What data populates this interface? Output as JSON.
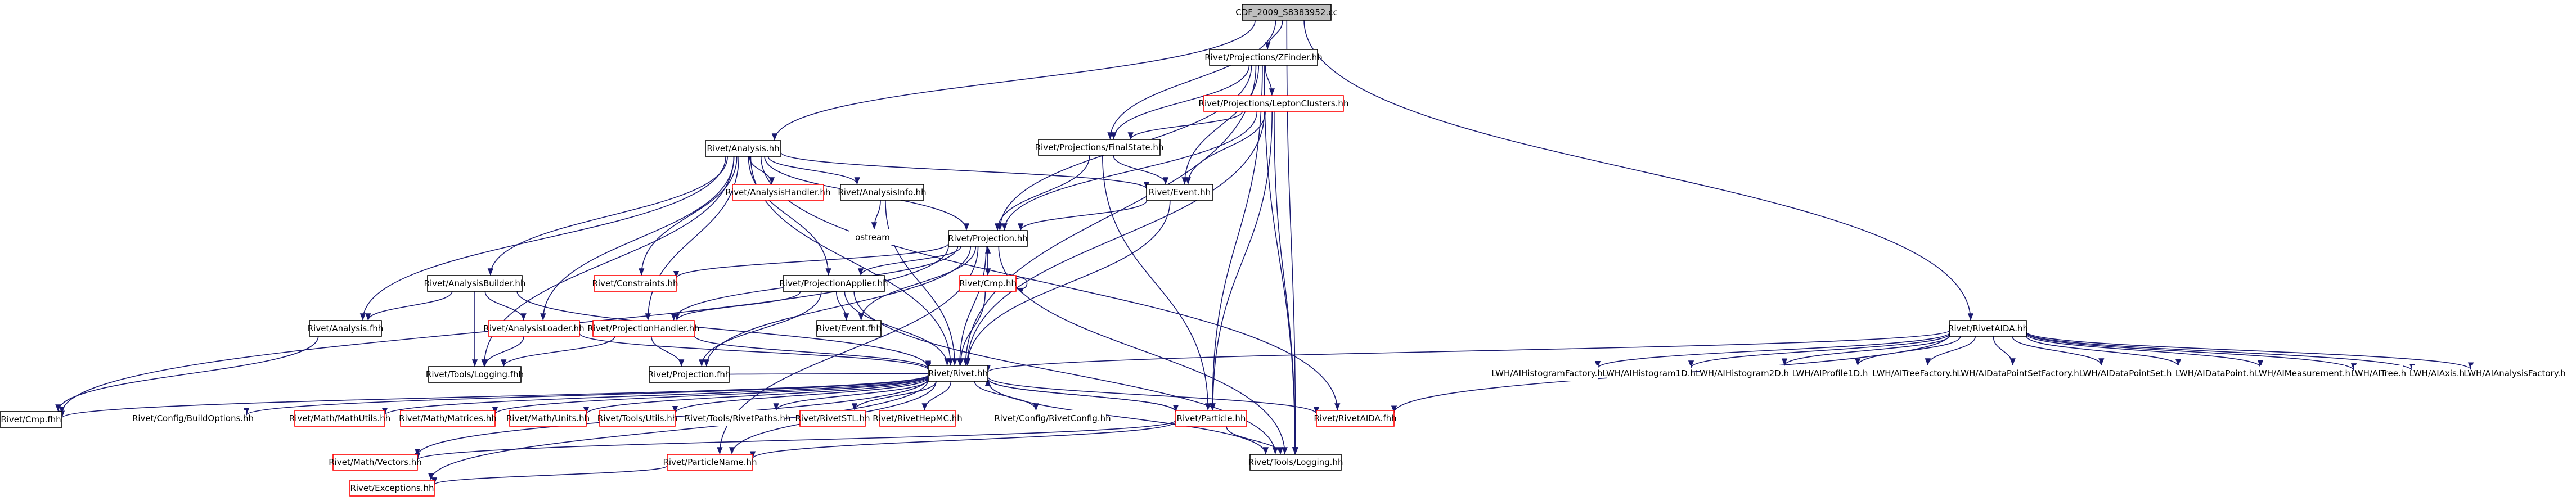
{
  "colors": {
    "edge": "#191970",
    "box_black": "#000000",
    "box_red": "#ff0000",
    "root_fill": "#bfbfbf",
    "node_fill": "#ffffff"
  },
  "nodes": [
    {
      "id": "root",
      "label": "CDF_2009_S8383952.cc",
      "style": "root"
    },
    {
      "id": "zfinder",
      "label": "Rivet/Projections/ZFinder.hh",
      "style": "black"
    },
    {
      "id": "leptonclusters",
      "label": "Rivet/Projections/LeptonClusters.hh",
      "style": "red"
    },
    {
      "id": "finalstate",
      "label": "Rivet/Projections/FinalState.hh",
      "style": "black"
    },
    {
      "id": "analysis",
      "label": "Rivet/Analysis.hh",
      "style": "black"
    },
    {
      "id": "analysishandler",
      "label": "Rivet/AnalysisHandler.hh",
      "style": "red"
    },
    {
      "id": "analysisinfo",
      "label": "Rivet/AnalysisInfo.hh",
      "style": "black"
    },
    {
      "id": "event",
      "label": "Rivet/Event.hh",
      "style": "black"
    },
    {
      "id": "ostream",
      "label": "ostream",
      "style": "none"
    },
    {
      "id": "projection",
      "label": "Rivet/Projection.hh",
      "style": "black"
    },
    {
      "id": "constraints",
      "label": "Rivet/Constraints.hh",
      "style": "red"
    },
    {
      "id": "cmp",
      "label": "Rivet/Cmp.hh",
      "style": "red"
    },
    {
      "id": "analysisbuilder",
      "label": "Rivet/AnalysisBuilder.hh",
      "style": "black"
    },
    {
      "id": "projectionapplier",
      "label": "Rivet/ProjectionApplier.hh",
      "style": "black"
    },
    {
      "id": "analysisfhh",
      "label": "Rivet/Analysis.fhh",
      "style": "black"
    },
    {
      "id": "analysisloader",
      "label": "Rivet/AnalysisLoader.hh",
      "style": "red"
    },
    {
      "id": "projectionhandler",
      "label": "Rivet/ProjectionHandler.hh",
      "style": "red"
    },
    {
      "id": "eventfhh",
      "label": "Rivet/Event.fhh",
      "style": "black"
    },
    {
      "id": "toolslogfhh",
      "label": "Rivet/Tools/Logging.fhh",
      "style": "black"
    },
    {
      "id": "projectionfhh",
      "label": "Rivet/Projection.fhh",
      "style": "black"
    },
    {
      "id": "rivethh",
      "label": "Rivet/Rivet.hh",
      "style": "black"
    },
    {
      "id": "cmpfhh",
      "label": "Rivet/Cmp.fhh",
      "style": "black"
    },
    {
      "id": "buildoptions",
      "label": "Rivet/Config/BuildOptions.hh",
      "style": "none"
    },
    {
      "id": "mathutils",
      "label": "Rivet/Math/MathUtils.hh",
      "style": "red"
    },
    {
      "id": "matrices",
      "label": "Rivet/Math/Matrices.hh",
      "style": "red"
    },
    {
      "id": "units",
      "label": "Rivet/Math/Units.hh",
      "style": "red"
    },
    {
      "id": "toolsutils",
      "label": "Rivet/Tools/Utils.hh",
      "style": "red"
    },
    {
      "id": "rivetpaths",
      "label": "Rivet/Tools/RivetPaths.hh",
      "style": "none"
    },
    {
      "id": "rivetstl",
      "label": "Rivet/RivetSTL.hh",
      "style": "red"
    },
    {
      "id": "rivethepmc",
      "label": "Rivet/RivetHepMC.hh",
      "style": "red"
    },
    {
      "id": "rivetconfig",
      "label": "Rivet/Config/RivetConfig.hh",
      "style": "none"
    },
    {
      "id": "particle",
      "label": "Rivet/Particle.hh",
      "style": "red"
    },
    {
      "id": "rivetaidafhh",
      "label": "Rivet/RivetAIDA.fhh",
      "style": "red"
    },
    {
      "id": "vectors",
      "label": "Rivet/Math/Vectors.hh",
      "style": "red"
    },
    {
      "id": "particlename",
      "label": "Rivet/ParticleName.hh",
      "style": "red"
    },
    {
      "id": "toolslogging",
      "label": "Rivet/Tools/Logging.hh",
      "style": "black"
    },
    {
      "id": "exceptions",
      "label": "Rivet/Exceptions.hh",
      "style": "red"
    },
    {
      "id": "rivetaidahh",
      "label": "Rivet/RivetAIDA.hh",
      "style": "black"
    },
    {
      "id": "lwh_histfactory",
      "label": "LWH/AIHistogramFactory.h",
      "style": "none"
    },
    {
      "id": "lwh_hist1d",
      "label": "LWH/AIHistogram1D.h",
      "style": "none"
    },
    {
      "id": "lwh_hist2d",
      "label": "LWH/AIHistogram2D.h",
      "style": "none"
    },
    {
      "id": "lwh_profile1d",
      "label": "LWH/AIProfile1D.h",
      "style": "none"
    },
    {
      "id": "lwh_treefactory",
      "label": "LWH/AITreeFactory.h",
      "style": "none"
    },
    {
      "id": "lwh_dpsfactory",
      "label": "LWH/AIDataPointSetFactory.h",
      "style": "none"
    },
    {
      "id": "lwh_dpset",
      "label": "LWH/AIDataPointSet.h",
      "style": "none"
    },
    {
      "id": "lwh_dp",
      "label": "LWH/AIDataPoint.h",
      "style": "none"
    },
    {
      "id": "lwh_measurement",
      "label": "LWH/AIMeasurement.h",
      "style": "none"
    },
    {
      "id": "lwh_tree",
      "label": "LWH/AITree.h",
      "style": "none"
    },
    {
      "id": "lwh_axis",
      "label": "LWH/AIAxis.h",
      "style": "none"
    },
    {
      "id": "lwh_analysisfactory",
      "label": "LWH/AIAnalysisFactory.h",
      "style": "none"
    }
  ],
  "edges": [
    [
      "root",
      "zfinder"
    ],
    [
      "root",
      "analysis"
    ],
    [
      "root",
      "finalstate"
    ],
    [
      "root",
      "rivetaidahh"
    ],
    [
      "root",
      "toolslogging"
    ],
    [
      "zfinder",
      "leptonclusters"
    ],
    [
      "zfinder",
      "finalstate"
    ],
    [
      "zfinder",
      "event"
    ],
    [
      "zfinder",
      "projection"
    ],
    [
      "zfinder",
      "rivethh"
    ],
    [
      "zfinder",
      "particle"
    ],
    [
      "zfinder",
      "toolslogging"
    ],
    [
      "leptonclusters",
      "finalstate"
    ],
    [
      "leptonclusters",
      "event"
    ],
    [
      "leptonclusters",
      "projection"
    ],
    [
      "leptonclusters",
      "rivethh"
    ],
    [
      "leptonclusters",
      "particle"
    ],
    [
      "leptonclusters",
      "toolslogging"
    ],
    [
      "finalstate",
      "projection"
    ],
    [
      "finalstate",
      "event"
    ],
    [
      "finalstate",
      "particle"
    ],
    [
      "analysis",
      "analysishandler"
    ],
    [
      "analysis",
      "analysisinfo"
    ],
    [
      "analysis",
      "event"
    ],
    [
      "analysis",
      "projection"
    ],
    [
      "analysis",
      "constraints"
    ],
    [
      "analysis",
      "analysisbuilder"
    ],
    [
      "analysis",
      "projectionapplier"
    ],
    [
      "analysis",
      "analysisfhh"
    ],
    [
      "analysis",
      "analysisloader"
    ],
    [
      "analysis",
      "projectionhandler"
    ],
    [
      "analysis",
      "toolslogfhh"
    ],
    [
      "analysis",
      "rivethh"
    ],
    [
      "analysis",
      "rivetaidafhh"
    ],
    [
      "analysisinfo",
      "ostream"
    ],
    [
      "analysisinfo",
      "rivethh"
    ],
    [
      "event",
      "projection"
    ],
    [
      "event",
      "rivethh"
    ],
    [
      "projection",
      "constraints"
    ],
    [
      "projection",
      "cmp"
    ],
    [
      "projection",
      "projectionapplier"
    ],
    [
      "projection",
      "projectionhandler"
    ],
    [
      "projection",
      "eventfhh"
    ],
    [
      "projection",
      "projectionfhh"
    ],
    [
      "projection",
      "rivethh"
    ],
    [
      "projection",
      "cmpfhh"
    ],
    [
      "projection",
      "toolslogging"
    ],
    [
      "projection",
      "particlename"
    ],
    [
      "cmp",
      "cmp"
    ],
    [
      "cmp",
      "rivethh"
    ],
    [
      "cmp",
      "projection"
    ],
    [
      "analysisbuilder",
      "analysisfhh"
    ],
    [
      "analysisbuilder",
      "analysisloader"
    ],
    [
      "analysisbuilder",
      "toolslogfhh"
    ],
    [
      "analysisbuilder",
      "rivethh"
    ],
    [
      "projectionapplier",
      "projectionhandler"
    ],
    [
      "projectionapplier",
      "eventfhh"
    ],
    [
      "projectionapplier",
      "projectionfhh"
    ],
    [
      "projectionapplier",
      "rivethh"
    ],
    [
      "projectionapplier",
      "toolslogging"
    ],
    [
      "analysisfhh",
      "cmpfhh"
    ],
    [
      "analysisloader",
      "toolslogfhh"
    ],
    [
      "analysisloader",
      "rivethh"
    ],
    [
      "projectionhandler",
      "toolslogfhh"
    ],
    [
      "projectionhandler",
      "projectionfhh"
    ],
    [
      "projectionhandler",
      "rivethh"
    ],
    [
      "projectionfhh",
      "rivethh"
    ],
    [
      "rivethh",
      "buildoptions"
    ],
    [
      "rivethh",
      "mathutils"
    ],
    [
      "rivethh",
      "matrices"
    ],
    [
      "rivethh",
      "units"
    ],
    [
      "rivethh",
      "toolsutils"
    ],
    [
      "rivethh",
      "rivetpaths"
    ],
    [
      "rivethh",
      "rivetstl"
    ],
    [
      "rivethh",
      "rivethepmc"
    ],
    [
      "rivethh",
      "rivetconfig"
    ],
    [
      "rivethh",
      "particle"
    ],
    [
      "rivethh",
      "rivetaidafhh"
    ],
    [
      "rivethh",
      "toolslogging"
    ],
    [
      "rivethh",
      "vectors"
    ],
    [
      "rivethh",
      "particlename"
    ],
    [
      "rivethh",
      "exceptions"
    ],
    [
      "rivethh",
      "cmpfhh"
    ],
    [
      "particle",
      "vectors"
    ],
    [
      "particle",
      "particlename"
    ],
    [
      "particle",
      "toolslogging"
    ],
    [
      "particle",
      "rivethh"
    ],
    [
      "particlename",
      "exceptions"
    ],
    [
      "rivetaidahh",
      "rivethh"
    ],
    [
      "rivetaidahh",
      "rivetaidafhh"
    ],
    [
      "rivetaidahh",
      "lwh_histfactory"
    ],
    [
      "rivetaidahh",
      "lwh_hist1d"
    ],
    [
      "rivetaidahh",
      "lwh_hist2d"
    ],
    [
      "rivetaidahh",
      "lwh_profile1d"
    ],
    [
      "rivetaidahh",
      "lwh_treefactory"
    ],
    [
      "rivetaidahh",
      "lwh_dpsfactory"
    ],
    [
      "rivetaidahh",
      "lwh_dpset"
    ],
    [
      "rivetaidahh",
      "lwh_dp"
    ],
    [
      "rivetaidahh",
      "lwh_measurement"
    ],
    [
      "rivetaidahh",
      "lwh_tree"
    ],
    [
      "rivetaidahh",
      "lwh_axis"
    ],
    [
      "rivetaidahh",
      "lwh_analysisfactory"
    ]
  ]
}
